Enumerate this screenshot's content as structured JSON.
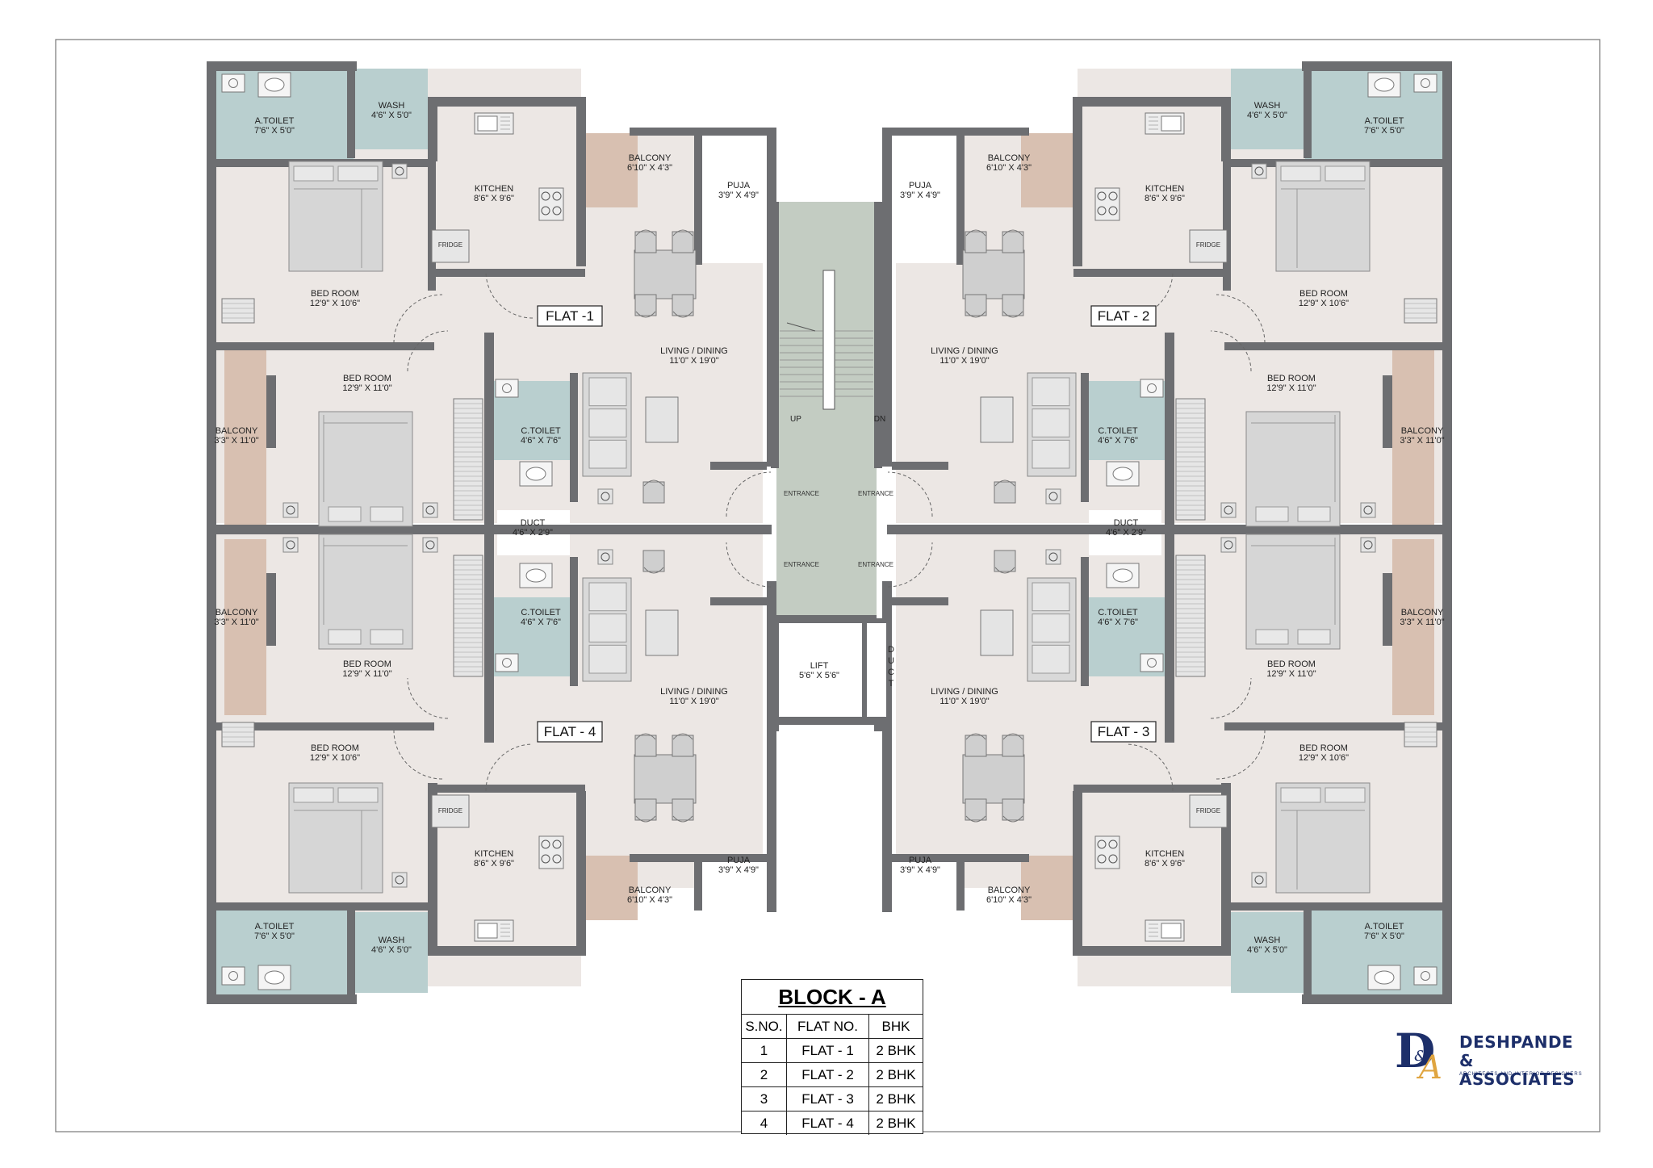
{
  "flats": [
    "FLAT -1",
    "FLAT - 2",
    "FLAT - 3",
    "FLAT - 4"
  ],
  "rooms": {
    "a_toilet": [
      "A.TOILET",
      "7'6\" X 5'0\""
    ],
    "wash": [
      "WASH",
      "4'6\" X 5'0\""
    ],
    "kitchen": [
      "KITCHEN",
      "8'6\" X 9'6\""
    ],
    "balcony_small": [
      "BALCONY",
      "6'10\" X 4'3\""
    ],
    "puja": [
      "PUJA",
      "3'9\" X 4'9\""
    ],
    "bedroom_a": [
      "BED ROOM",
      "12'9\" X 10'6\""
    ],
    "bedroom_b": [
      "BED ROOM",
      "12'9\" X 11'0\""
    ],
    "balcony_side": [
      "BALCONY",
      "3'3\" X 11'0\""
    ],
    "c_toilet": [
      "C.TOILET",
      "4'6\" X 7'6\""
    ],
    "living": [
      "LIVING / DINING",
      "11'0\" X 19'0\""
    ],
    "duct": [
      "DUCT",
      "4'6\" X 2'9\""
    ],
    "fridge": "FRIDGE"
  },
  "core": {
    "up": "UP",
    "dn": "DN",
    "entrance": "ENTRANCE",
    "lift": [
      "LIFT",
      "5'6\" X 5'6\""
    ],
    "duct_vertical": [
      "D",
      "U",
      "C",
      "T"
    ]
  },
  "table": {
    "title": "BLOCK - A",
    "headers": [
      "S.NO.",
      "FLAT NO.",
      "BHK"
    ],
    "rows": [
      [
        "1",
        "FLAT - 1",
        "2 BHK"
      ],
      [
        "2",
        "FLAT - 2",
        "2 BHK"
      ],
      [
        "3",
        "FLAT - 3",
        "2 BHK"
      ],
      [
        "4",
        "FLAT - 4",
        "2 BHK"
      ]
    ]
  },
  "logo": {
    "monogram": "D&A",
    "name_line1": "DESHPANDE &",
    "name_line2": "ASSOCIATES",
    "tagline": "ARCHITECTS AND INTERIOR DESIGNERS"
  },
  "colors": {
    "wall": "#6d6e71",
    "floor": "#ece7e4",
    "wet": "#b9cfcf",
    "balcony": "#d8c0b1",
    "core": "#c3ccc2",
    "brand": "#1d2f6a",
    "brand_accent": "#e0a540"
  }
}
